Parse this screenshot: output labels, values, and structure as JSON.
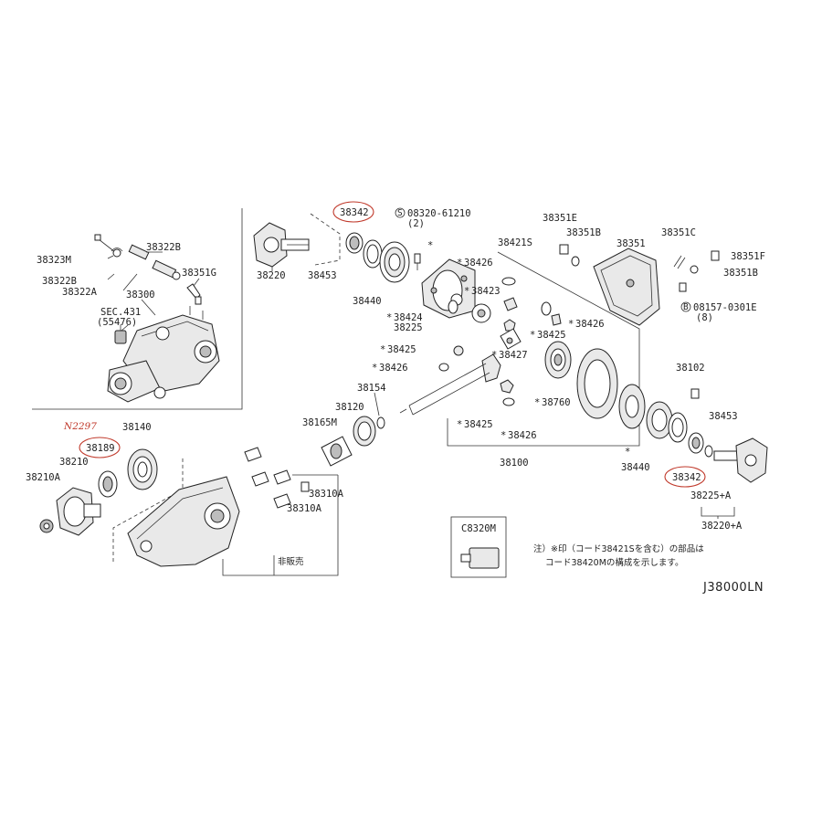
{
  "diagram": {
    "code": "J38000LN",
    "note": {
      "line1": "注）※印（コード38421Sを含む）の部品は",
      "line2": "コード38420Mの構成を示します。"
    },
    "not_sold": "非販売",
    "handwritten": "N2297",
    "labels": {
      "p38323M": "38323M",
      "p38322B_top": "38322B",
      "p38322B_left": "38322B",
      "p38322A": "38322A",
      "p38351G": "38351G",
      "p38300": "38300",
      "sec431": "SEC.431",
      "sec431_sub": "(55476)",
      "p38220": "38220",
      "p38342_top": "38342",
      "p38453_top": "38453",
      "p38440_top": "38440",
      "bolt_code": "08320-61210",
      "bolt_qty": "(2)",
      "p38421S": "38421S",
      "p38426_a": "38426",
      "p38423": "38423",
      "p38424": "38424",
      "p38225": "38225",
      "p38426_b": "38426",
      "p38425_a": "38425",
      "p38425_b": "38425",
      "p38427": "38427",
      "p38426_c": "38426",
      "p38760": "38760",
      "p38425_c": "38425",
      "p38426_d": "38426",
      "p38100": "38100",
      "p38154": "38154",
      "p38120": "38120",
      "p38165M": "38165M",
      "p38351E": "38351E",
      "p38351B_top": "38351B",
      "p38351": "38351",
      "p38351C": "38351C",
      "p38351F": "38351F",
      "p38351B_right": "38351B",
      "rbolt_code": "08157-0301E",
      "rbolt_qty": "(8)",
      "p38102": "38102",
      "p38453_right": "38453",
      "p38440_right": "38440",
      "p38342_right": "38342",
      "p38225A": "38225+A",
      "p38220A": "38220+A",
      "p38140": "38140",
      "p38189": "38189",
      "p38210": "38210",
      "p38210A": "38210A",
      "p38310A_a": "38310A",
      "p38310A_b": "38310A",
      "c8320m": "C8320M"
    }
  }
}
